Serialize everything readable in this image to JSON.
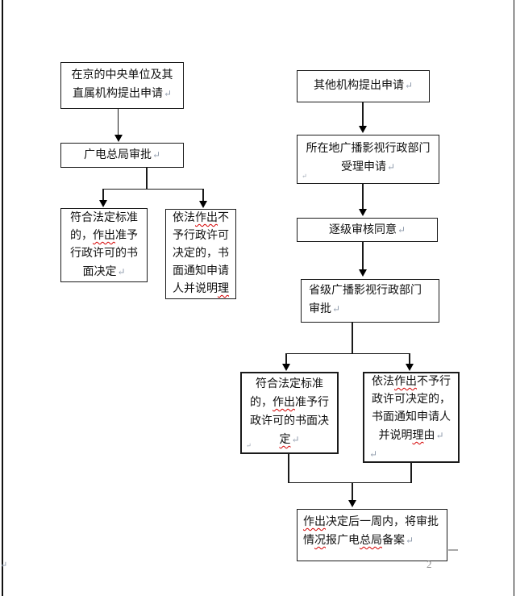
{
  "page": {
    "number": "2",
    "margin_mark": "↵",
    "colors": {
      "line": "#1a1a1a",
      "text": "#111111",
      "spellcheck_red": "#d40000",
      "paragraph_mark": "#8e9aab",
      "page_number_gray": "#8f8f8f",
      "background": "#ffffff"
    }
  },
  "left": {
    "boxes": [
      {
        "id": "apply-beijing",
        "lines": [
          {
            "a": "在京的中央单位及其"
          },
          {
            "a": "直属机构提出申请",
            "p": "↵"
          }
        ]
      },
      {
        "id": "gdzj-approval",
        "lines": [
          {
            "a": "广电总局审批",
            "p": "↵"
          }
        ]
      },
      {
        "id": "approve-decision",
        "lines": [
          {
            "a": "符合法定标准"
          },
          {
            "a": "的，",
            "b": "作出",
            "c": "准予"
          },
          {
            "a": "行政许可的书"
          },
          {
            "a": "面决定",
            "p": "↵"
          }
        ]
      },
      {
        "id": "reject-decision",
        "lines": [
          {
            "a": "依法",
            "b": "作出",
            "c": "不"
          },
          {
            "a": "予行政许可"
          },
          {
            "a": "决定的，书"
          },
          {
            "a": "面通知申请"
          },
          {
            "a": "人并说明",
            "b": "理"
          }
        ]
      }
    ]
  },
  "right": {
    "boxes": [
      {
        "id": "apply-other",
        "lines": [
          {
            "a": "其他机构提出申请",
            "p": "↵"
          }
        ]
      },
      {
        "id": "accept-application",
        "corner_mark": "↵",
        "lines": [
          {
            "a": "所在地广播影视行政部门"
          },
          {
            "a": "受理申请",
            "p": "↵"
          }
        ]
      },
      {
        "id": "level-by-level-review",
        "lines": [
          {
            "a": "逐级审核同意",
            "p": "↵"
          }
        ]
      },
      {
        "id": "provincial-approval",
        "lines": [
          {
            "a": "省级广播影视行政部门"
          },
          {
            "a": "审批",
            "p": "↵"
          }
        ]
      },
      {
        "id": "approve-decision",
        "corner_mark": "↵",
        "lines": [
          {
            "a": "符合法定标准"
          },
          {
            "a": "的，",
            "b": "作出",
            "c": "准予行"
          },
          {
            "a": "政许可的书面决"
          },
          {
            "b": "定",
            "p": "↵"
          }
        ]
      },
      {
        "id": "reject-decision",
        "lines": [
          {
            "a": "依法",
            "b": "作出",
            "c": "不予行"
          },
          {
            "a": "政许可决定的，"
          },
          {
            "a": "书面通知申请人"
          },
          {
            "a": "并说明",
            "b": "理",
            "c": "由",
            "p": "↵"
          },
          {
            "p": "↵"
          }
        ]
      },
      {
        "id": "report-for-record",
        "lines": [
          {
            "b": "作出",
            "c": "决定后一周内，将审批"
          },
          {
            "a": "情",
            "b": "况",
            "c": "报广电",
            "d": "总局",
            "e": "备案",
            "p": "↵"
          }
        ]
      }
    ]
  }
}
